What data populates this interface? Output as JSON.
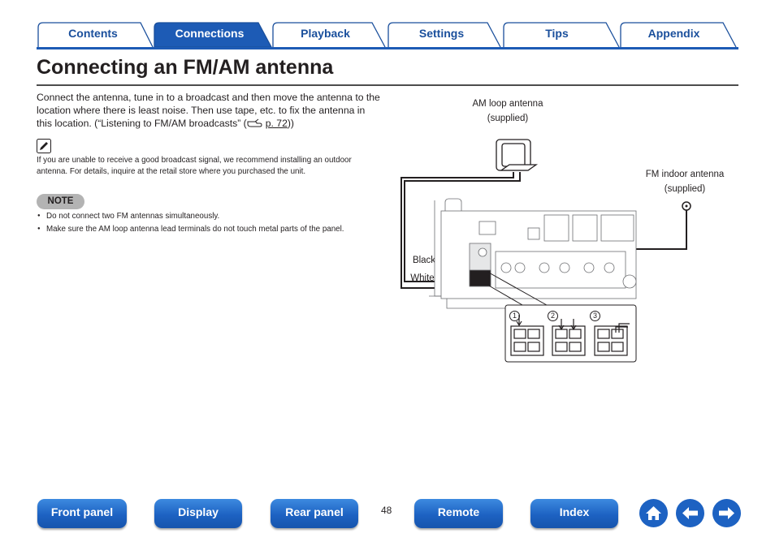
{
  "tabs": [
    {
      "label": "Contents",
      "active": false
    },
    {
      "label": "Connections",
      "active": true
    },
    {
      "label": "Playback",
      "active": false
    },
    {
      "label": "Settings",
      "active": false
    },
    {
      "label": "Tips",
      "active": false
    },
    {
      "label": "Appendix",
      "active": false
    }
  ],
  "page": {
    "title": "Connecting an FM/AM antenna",
    "intro_text": "Connect the antenna, tune in to a broadcast and then move the antenna to the location where there is least noise. Then use tape, etc. to fix the antenna in this location. (“Listening to FM/AM broadcasts” (",
    "intro_ref": "p. 72",
    "intro_end": "))",
    "memo_text": "If you are unable to receive a good broadcast signal, we recommend installing an outdoor antenna. For details, inquire at the retail store where you purchased the unit.",
    "note_label": "NOTE",
    "notes": [
      "Do not connect two FM antennas simultaneously.",
      "Make sure the AM loop antenna lead terminals do not touch metal parts of the panel."
    ]
  },
  "diagram": {
    "am_label_1": "AM loop antenna",
    "am_label_2": "(supplied)",
    "fm_label_1": "FM indoor antenna",
    "fm_label_2": "(supplied)",
    "black_label": "Black",
    "white_label": "White",
    "step_1": "1",
    "step_2": "2",
    "step_3": "3"
  },
  "footer": {
    "buttons": [
      "Front panel",
      "Display",
      "Rear panel",
      "Remote",
      "Index"
    ],
    "page_number": "48",
    "icons": [
      "home-icon",
      "back-arrow-icon",
      "forward-arrow-icon"
    ]
  },
  "colors": {
    "tab_active": "#1d5bb5",
    "tab_border": "#1a4f9c",
    "button_blue": "#1d62c2"
  }
}
